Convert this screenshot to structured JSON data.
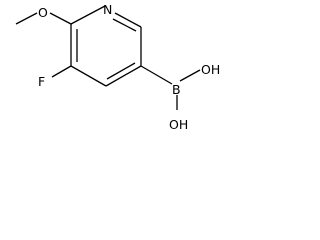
{
  "structure": {
    "atom_labels": {
      "methyl": "",
      "oxygen": "O",
      "nitrogen": "N",
      "fluorine": "F",
      "boron": "B",
      "hydroxyl_upper": "OH",
      "hydroxyl_lower": "OH"
    }
  }
}
